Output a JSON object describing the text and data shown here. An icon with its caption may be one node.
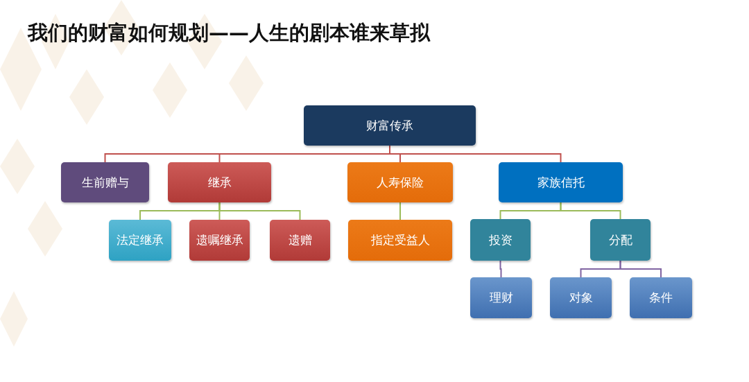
{
  "diagram": {
    "title": "我们的财富如何规划——人生的剧本谁来草拟",
    "nodes": [
      {
        "text": [
          "财富传承"
        ]
      },
      {
        "text": [
          "生前赠与"
        ]
      },
      {
        "text": [
          "继承"
        ]
      },
      {
        "text": [
          "法定继承"
        ]
      },
      {
        "text": [
          "遗嘱继承"
        ]
      },
      {
        "text": [
          "遗赠"
        ]
      },
      {
        "text": [
          "人寿保险"
        ]
      },
      {
        "text": [
          "指定受益人"
        ]
      },
      {
        "text": [
          "家族信托"
        ]
      },
      {
        "text": [
          "投资"
        ]
      },
      {
        "text": [
          "分配"
        ]
      },
      {
        "text": [
          "理财"
        ]
      },
      {
        "text": [
          "对象"
        ]
      },
      {
        "text": [
          "条件"
        ]
      }
    ],
    "edges": [
      {
        "from": 0,
        "to": 1,
        "arrow": "none",
        "color": "#c0504d"
      },
      {
        "from": 0,
        "to": 2,
        "arrow": "none",
        "color": "#c0504d"
      },
      {
        "from": 0,
        "to": 6,
        "arrow": "none",
        "color": "#c0504d"
      },
      {
        "from": 0,
        "to": 8,
        "arrow": "none",
        "color": "#c0504d"
      },
      {
        "from": 2,
        "to": 3,
        "arrow": "none"
      },
      {
        "from": 2,
        "to": 4,
        "arrow": "none"
      },
      {
        "from": 2,
        "to": 5,
        "arrow": "none"
      },
      {
        "from": 6,
        "to": 7,
        "arrow": "none"
      },
      {
        "from": 8,
        "to": 9,
        "arrow": "none"
      },
      {
        "from": 8,
        "to": 10,
        "arrow": "none"
      },
      {
        "from": 9,
        "to": 11,
        "arrow": "none",
        "color": "#8064a2"
      },
      {
        "from": 10,
        "to": 12,
        "arrow": "none",
        "color": "#8064a2"
      },
      {
        "from": 10,
        "to": 13,
        "arrow": "none",
        "color": "#8064a2"
      }
    ]
  }
}
